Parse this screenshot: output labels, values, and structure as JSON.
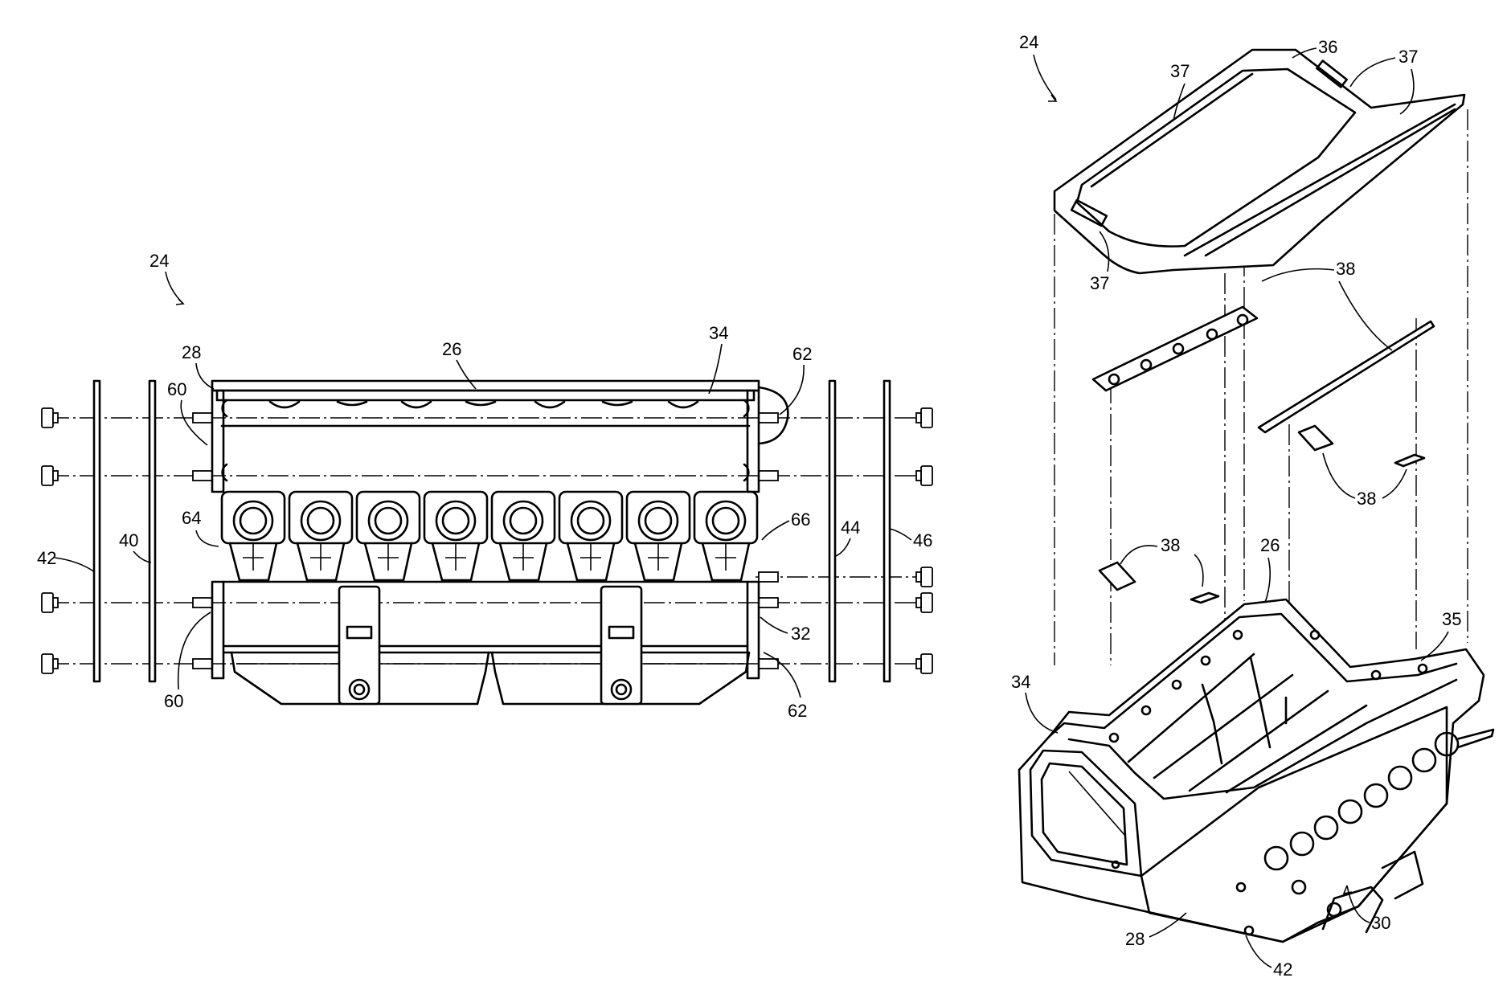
{
  "figure": {
    "left_view": {
      "labels": {
        "l24": "24",
        "l26": "26",
        "l28": "28",
        "l34": "34",
        "l62a": "62",
        "l60a": "60",
        "l64": "64",
        "l40": "40",
        "l42": "42",
        "l60b": "60",
        "l66": "66",
        "l44": "44",
        "l46": "46",
        "l32": "32",
        "l62b": "62"
      }
    },
    "right_view": {
      "labels": {
        "l24": "24",
        "l36": "36",
        "l37a": "37",
        "l37b": "37",
        "l37c": "37",
        "l38a": "38",
        "l38b": "38",
        "l38c": "38",
        "l26": "26",
        "l35": "35",
        "l34": "34",
        "l28": "28",
        "l42": "42",
        "l30": "30"
      }
    }
  }
}
